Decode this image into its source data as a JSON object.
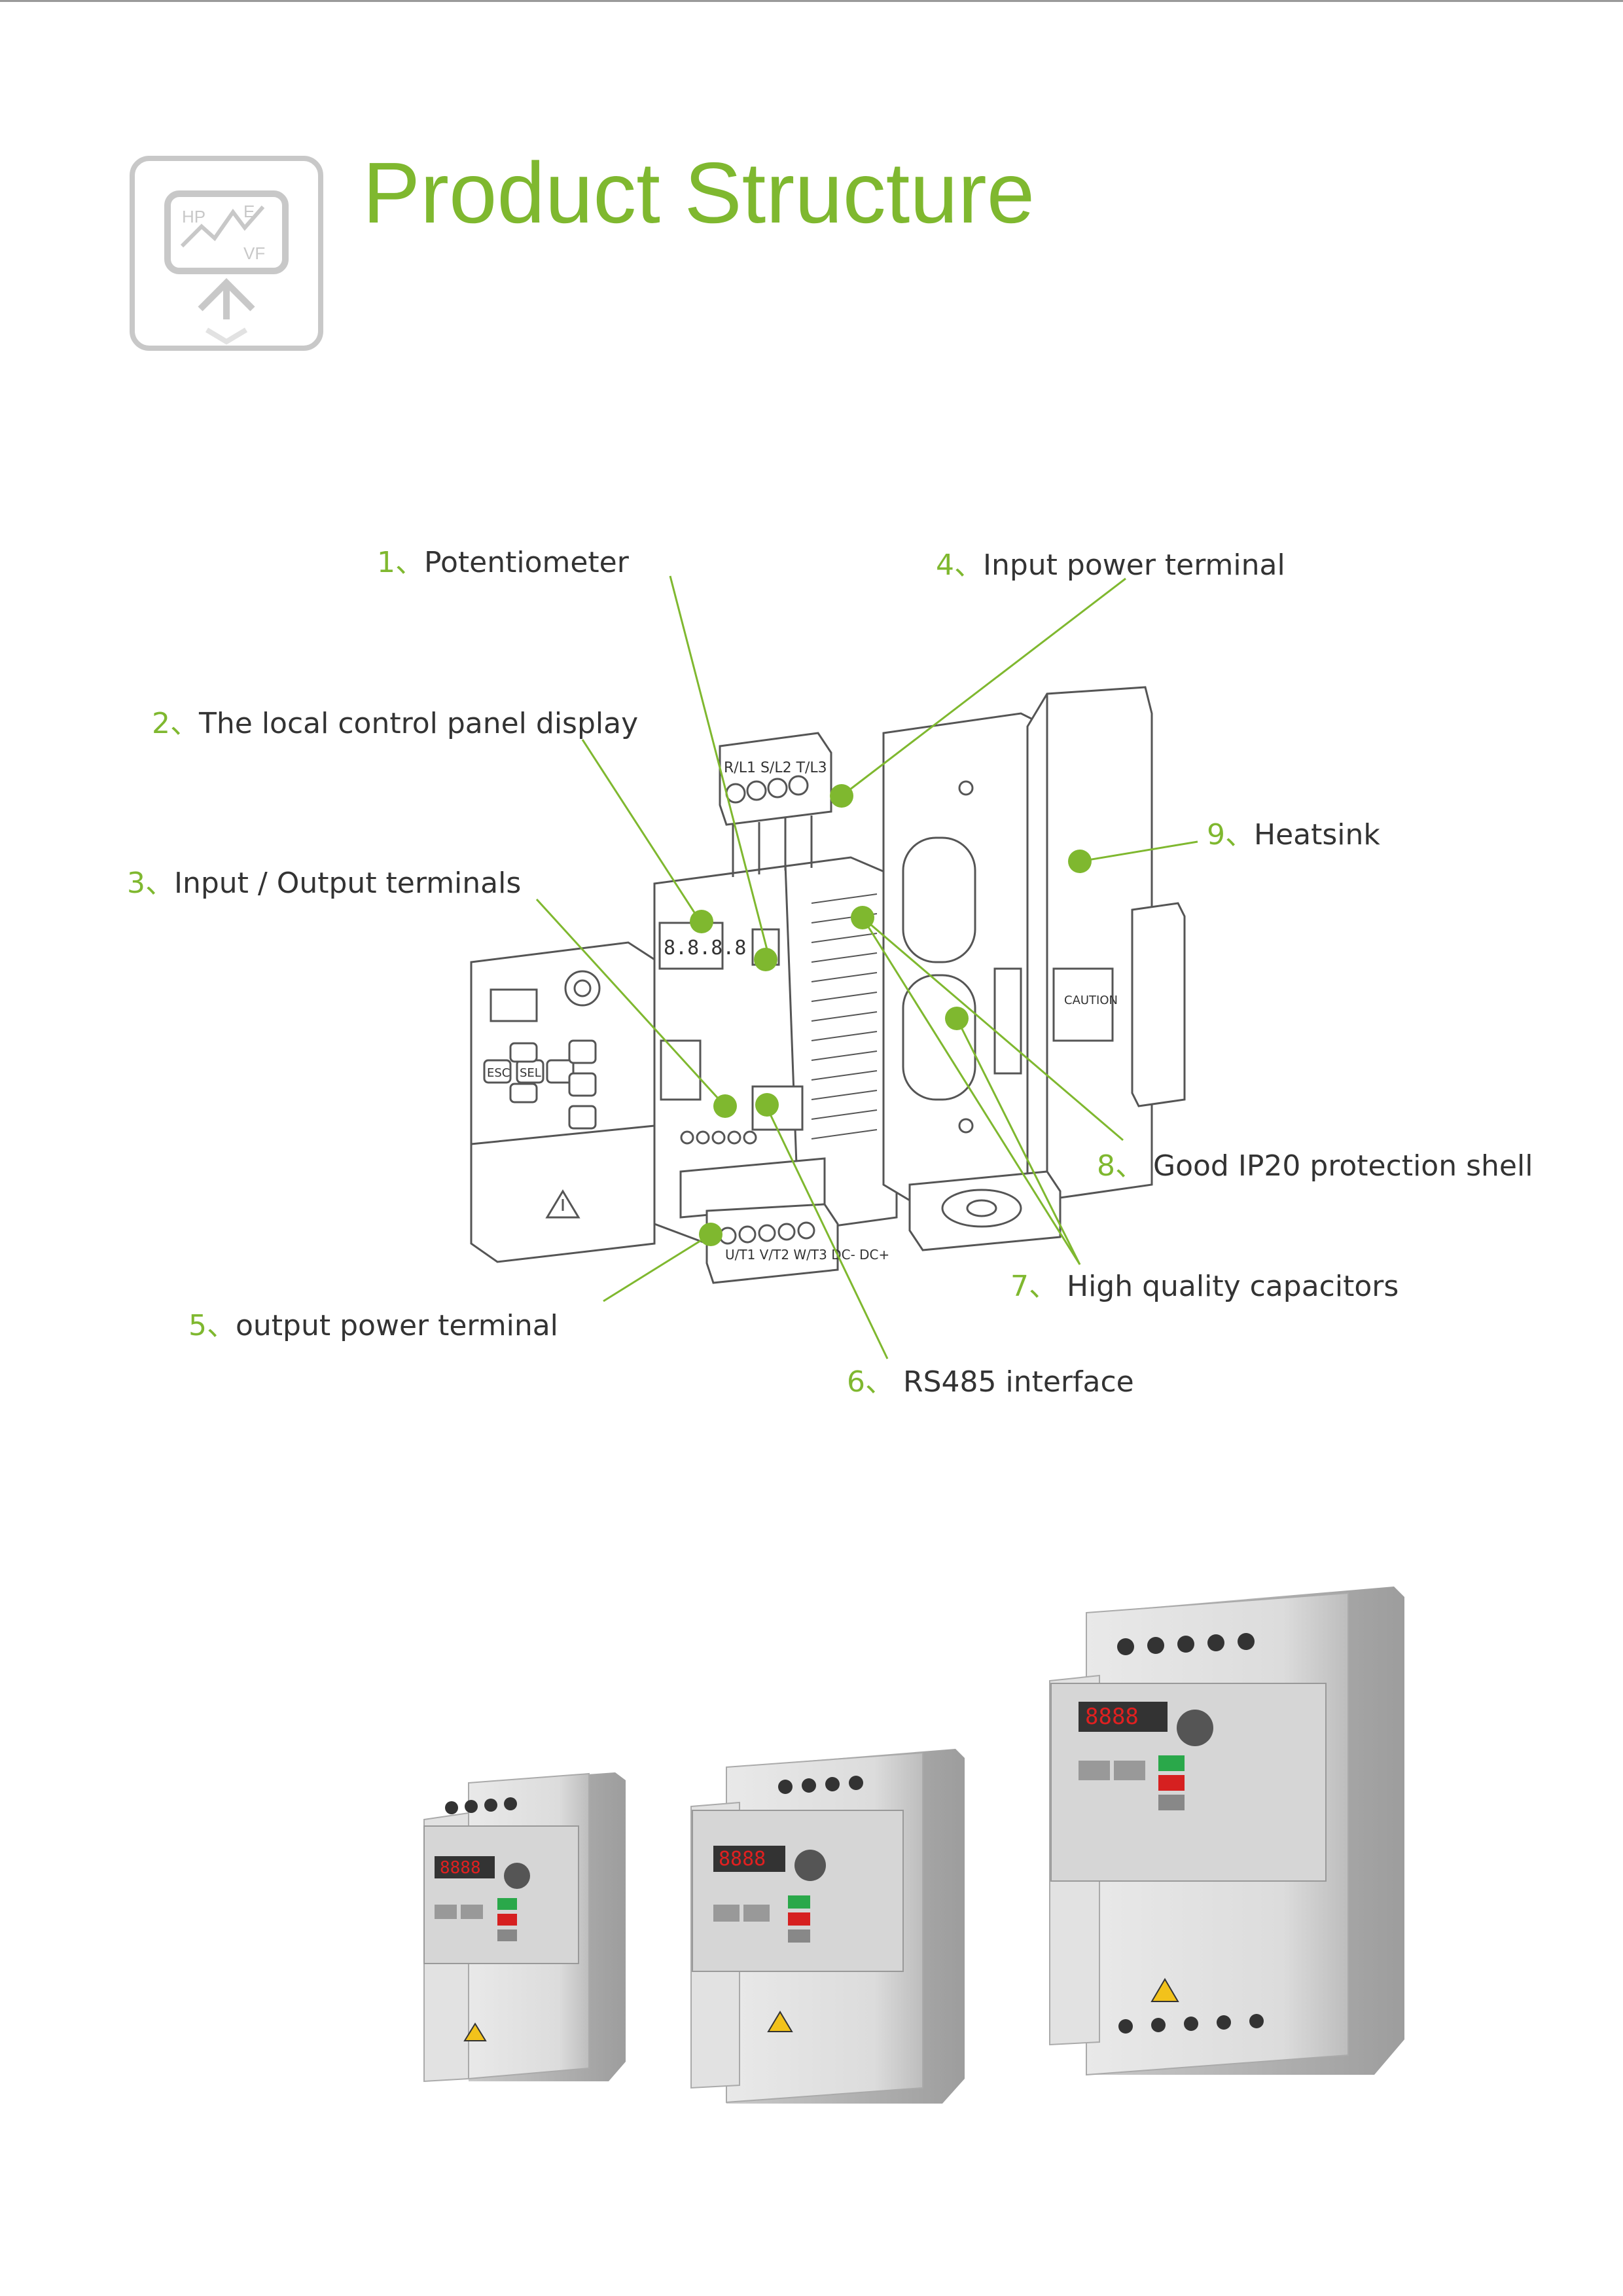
{
  "header": {
    "title": "Product Structure",
    "icon": {
      "name": "hp-e-vf-monitor-icon",
      "letters": [
        "HP",
        "E",
        "VF"
      ]
    }
  },
  "colors": {
    "accent": "#7fb82f",
    "text": "#333333",
    "line": "#7fb82f",
    "drawing": "#555555"
  },
  "callouts": [
    {
      "num": "1",
      "sep": "、",
      "text": "Potentiometer"
    },
    {
      "num": "2",
      "sep": "、",
      "text": "The local control panel display"
    },
    {
      "num": "3",
      "sep": "、",
      "text": "Input / Output terminals"
    },
    {
      "num": "4",
      "sep": "、",
      "text": "Input power terminal"
    },
    {
      "num": "5",
      "sep": "、",
      "text": "output power terminal"
    },
    {
      "num": "6",
      "sep": "、 ",
      "text": "RS485 interface"
    },
    {
      "num": "7",
      "sep": "、 ",
      "text": "High quality capacitors"
    },
    {
      "num": "8",
      "sep": "、 ",
      "text": "Good IP20 protection shell"
    },
    {
      "num": "9",
      "sep": "、",
      "text": "Heatsink"
    }
  ],
  "diagram": {
    "top_terminal_text": "R/L1 S/L2 T/L3",
    "bottom_terminal_text": "U/T1 V/T2 W/T3 DC- DC+",
    "display_digits": "8.8.8.8",
    "panel_buttons": [
      "ESC",
      "SEL"
    ],
    "caution_text": "CAUTION"
  },
  "products": [
    {
      "name": "small-drive",
      "display": "8888"
    },
    {
      "name": "medium-drive",
      "display": "8888"
    },
    {
      "name": "large-drive",
      "display": "8888"
    }
  ]
}
